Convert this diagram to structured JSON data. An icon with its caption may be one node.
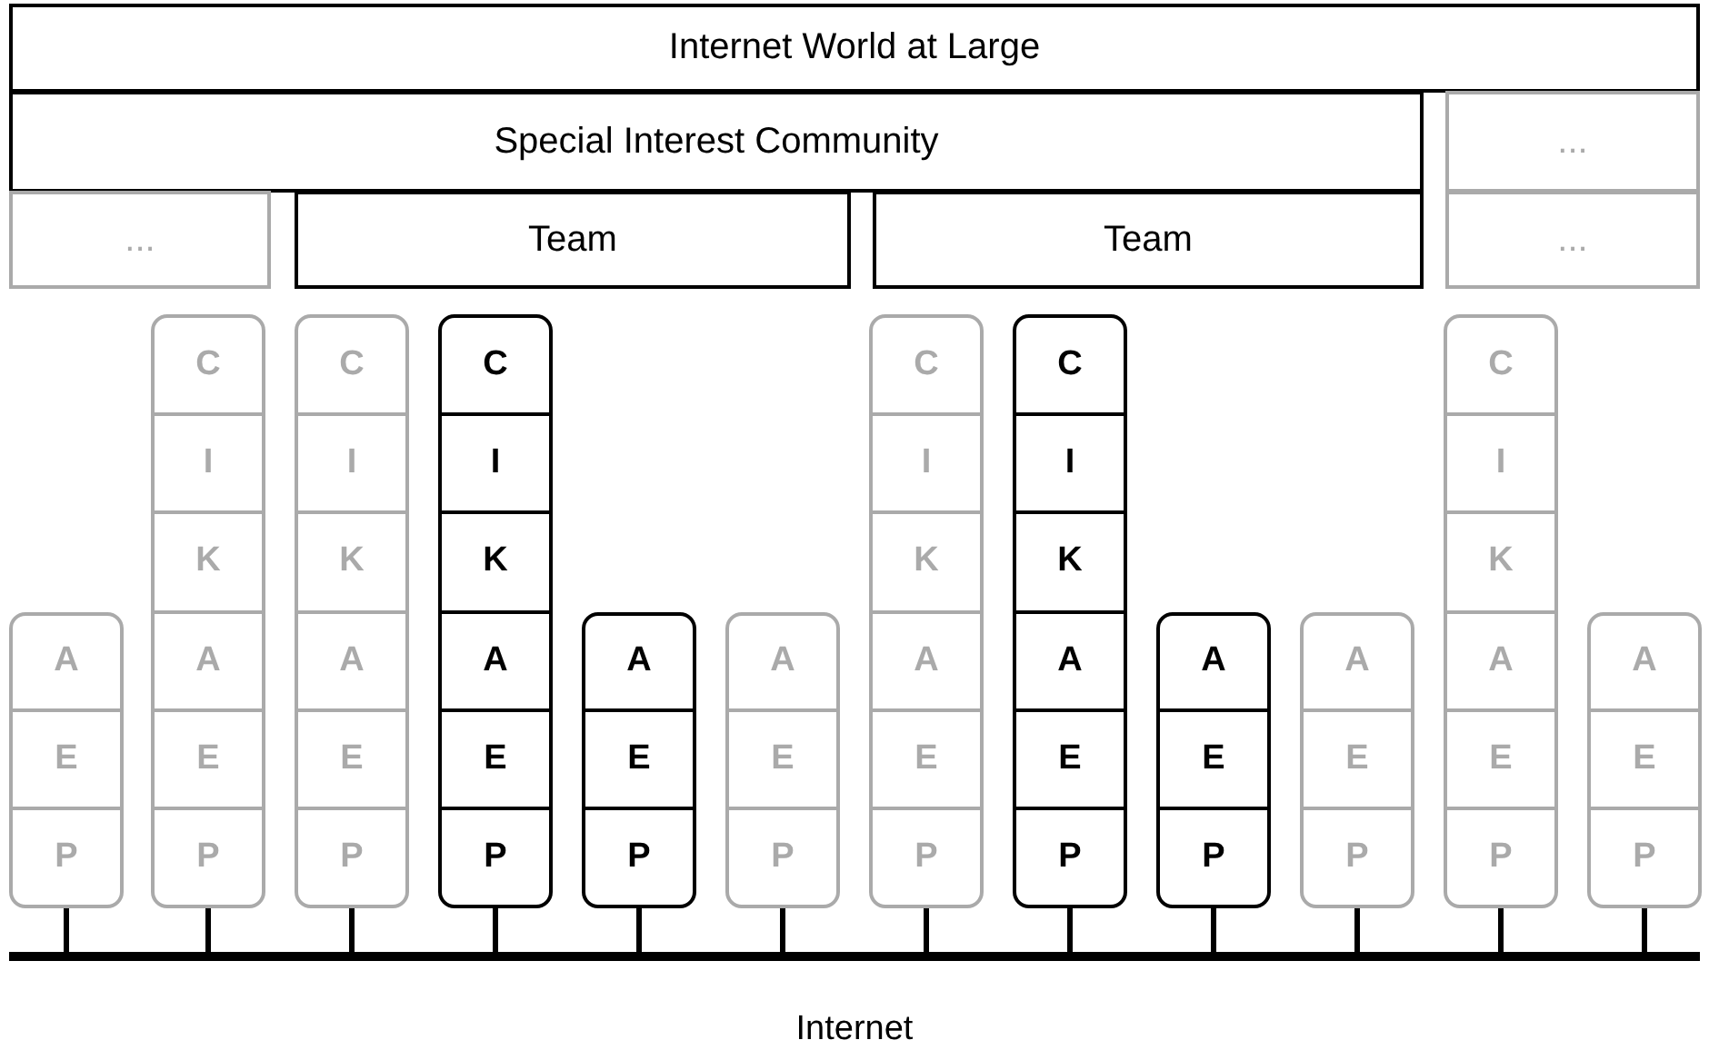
{
  "diagram": {
    "nodes": [
      {
        "text": [
          "Internet World at Large"
        ]
      },
      {
        "text": [
          "Special Interest Community"
        ]
      },
      {
        "text": [
          "..."
        ]
      },
      {
        "text": [
          "..."
        ]
      },
      {
        "text": [
          "Team"
        ]
      },
      {
        "text": [
          "Team"
        ]
      },
      {
        "text": [
          "..."
        ]
      },
      {
        "text": [
          "A",
          "E",
          "P"
        ]
      },
      {
        "text": [
          "C",
          "I",
          "K",
          "A",
          "E",
          "P"
        ]
      },
      {
        "text": [
          "C",
          "I",
          "K",
          "A",
          "E",
          "P"
        ]
      },
      {
        "text": [
          "C",
          "I",
          "K",
          "A",
          "E",
          "P"
        ]
      },
      {
        "text": [
          "A",
          "E",
          "P"
        ]
      },
      {
        "text": [
          "A",
          "E",
          "P"
        ]
      },
      {
        "text": [
          "C",
          "I",
          "K",
          "A",
          "E",
          "P"
        ]
      },
      {
        "text": [
          "C",
          "I",
          "K",
          "A",
          "E",
          "P"
        ]
      },
      {
        "text": [
          "A",
          "E",
          "P"
        ]
      },
      {
        "text": [
          "A",
          "E",
          "P"
        ]
      },
      {
        "text": [
          "C",
          "I",
          "K",
          "A",
          "E",
          "P"
        ]
      },
      {
        "text": [
          "A",
          "E",
          "P"
        ]
      },
      {
        "text": [
          "Internet"
        ]
      }
    ],
    "edges": [
      {
        "from": 7,
        "to": 19,
        "arrow": "none"
      },
      {
        "from": 8,
        "to": 19,
        "arrow": "none"
      },
      {
        "from": 9,
        "to": 19,
        "arrow": "none"
      },
      {
        "from": 10,
        "to": 19,
        "arrow": "none"
      },
      {
        "from": 11,
        "to": 19,
        "arrow": "none"
      },
      {
        "from": 12,
        "to": 19,
        "arrow": "none"
      },
      {
        "from": 13,
        "to": 19,
        "arrow": "none"
      },
      {
        "from": 14,
        "to": 19,
        "arrow": "none"
      },
      {
        "from": 15,
        "to": 19,
        "arrow": "none"
      },
      {
        "from": 16,
        "to": 19,
        "arrow": "none"
      },
      {
        "from": 17,
        "to": 19,
        "arrow": "none"
      },
      {
        "from": 18,
        "to": 19,
        "arrow": "none"
      }
    ]
  }
}
